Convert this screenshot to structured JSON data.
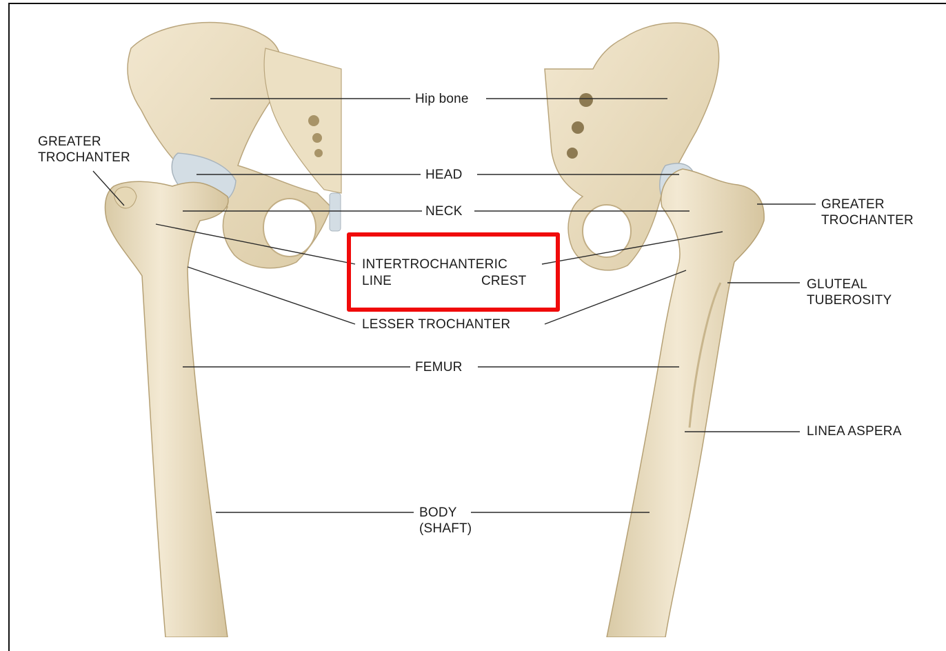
{
  "figure": {
    "labels": {
      "hip_bone": "Hip bone",
      "head": "HEAD",
      "neck": "NECK",
      "intertrochanteric": "INTERTROCHANTERIC",
      "line": "LINE",
      "crest": "CREST",
      "lesser_trochanter": "LESSER TROCHANTER",
      "femur": "FEMUR",
      "body_line1": "BODY",
      "body_line2": "(SHAFT)",
      "greater_trochanter_left_1": "GREATER",
      "greater_trochanter_left_2": "TROCHANTER",
      "greater_trochanter_right_1": "GREATER",
      "greater_trochanter_right_2": "TROCHANTER",
      "gluteal_1": "GLUTEAL",
      "gluteal_2": "TUBEROSITY",
      "linea_aspera": "LINEA ASPERA"
    },
    "colors": {
      "bone": "#efe3c8",
      "bone_shade": "#d8c8a2",
      "cartilage": "#d4dde4",
      "leader": "#2a2a2a",
      "highlight": "#f00a0a"
    }
  }
}
